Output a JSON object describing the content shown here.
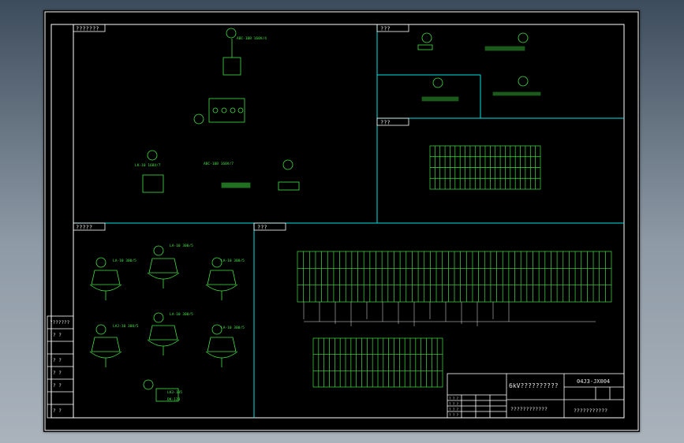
{
  "sections": {
    "top_left": "???????",
    "top_right_a": "???",
    "top_right_b": "???",
    "bottom_left": "?????",
    "bottom_right": "???"
  },
  "panel_labels": {
    "sw1": "LA-10 300/5",
    "sw2": "LA-10 300/5",
    "sw3": "LA-10 300/5",
    "sw4": "LAJ-10 300/5",
    "sw5": "LA-10 300/5",
    "sw6": "LA-10 300/5",
    "m1": "ABC-10B 160V/4",
    "m2": "ABC-10B 160V/7",
    "m3": "LK-10 160V/7",
    "c1": "LK3-105",
    "c2": "DK-12B"
  },
  "left_rows": [
    "???????",
    "?  ?",
    "?  ?",
    "?  ?",
    "?  ?",
    "?  ?"
  ],
  "title_block": {
    "drawing_no": "04J3-JX004",
    "title": "6kV??????????",
    "name": "????????????",
    "company": "???????????",
    "rows": [
      "? ? ?",
      "? ? ?",
      "? ? ?",
      "? ? ?"
    ]
  },
  "colors": {
    "frame": "#ffffff",
    "section": "#00e0e0",
    "component": "#43e043",
    "text": "#e6e6e6"
  }
}
